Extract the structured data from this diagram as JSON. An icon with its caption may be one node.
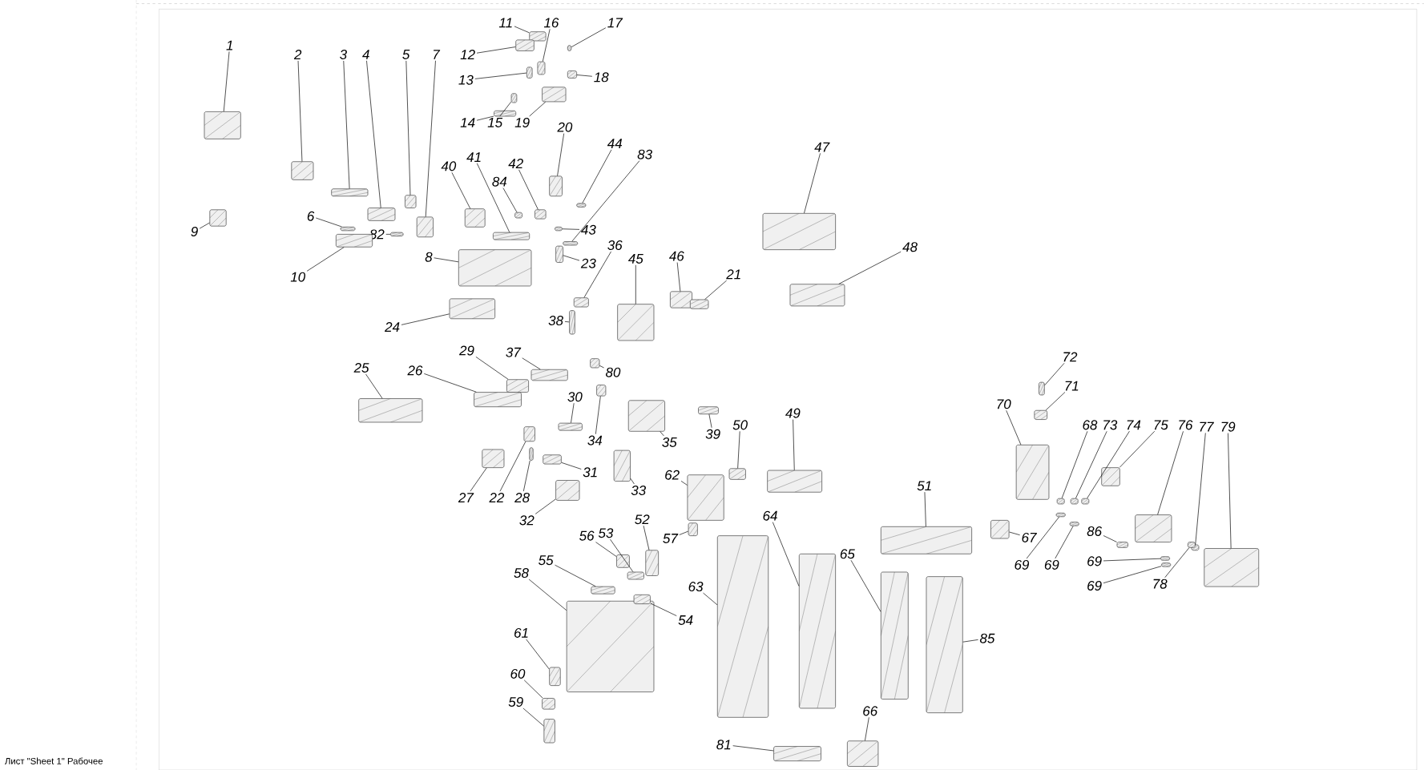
{
  "diagram": {
    "nodes": [
      {
        "text": [
          "1"
        ]
      },
      {
        "text": [
          "2"
        ]
      },
      {
        "text": [
          "3"
        ]
      },
      {
        "text": [
          "4"
        ]
      },
      {
        "text": [
          "5"
        ]
      },
      {
        "text": [
          "7"
        ]
      },
      {
        "text": [
          "11"
        ]
      },
      {
        "text": [
          "12"
        ]
      },
      {
        "text": [
          "16"
        ]
      },
      {
        "text": [
          "17"
        ]
      },
      {
        "text": [
          "13"
        ]
      },
      {
        "text": [
          "18"
        ]
      },
      {
        "text": [
          "14"
        ]
      },
      {
        "text": [
          "15"
        ]
      },
      {
        "text": [
          "19"
        ]
      },
      {
        "text": [
          "20"
        ]
      },
      {
        "text": [
          "44"
        ]
      },
      {
        "text": [
          "83"
        ]
      },
      {
        "text": [
          "47"
        ]
      },
      {
        "text": [
          "40"
        ]
      },
      {
        "text": [
          "41"
        ]
      },
      {
        "text": [
          "42"
        ]
      },
      {
        "text": [
          "84"
        ]
      },
      {
        "text": [
          "6"
        ]
      },
      {
        "text": [
          "9"
        ]
      },
      {
        "text": [
          "82"
        ]
      },
      {
        "text": [
          "43"
        ]
      },
      {
        "text": [
          "8"
        ]
      },
      {
        "text": [
          "23"
        ]
      },
      {
        "text": [
          "36"
        ]
      },
      {
        "text": [
          "45"
        ]
      },
      {
        "text": [
          "46"
        ]
      },
      {
        "text": [
          "21"
        ]
      },
      {
        "text": [
          "48"
        ]
      },
      {
        "text": [
          "10"
        ]
      },
      {
        "text": [
          "38"
        ]
      },
      {
        "text": [
          "24"
        ]
      },
      {
        "text": [
          "29"
        ]
      },
      {
        "text": [
          "37"
        ]
      },
      {
        "text": [
          "72"
        ]
      },
      {
        "text": [
          "25"
        ]
      },
      {
        "text": [
          "26"
        ]
      },
      {
        "text": [
          "80"
        ]
      },
      {
        "text": [
          "71"
        ]
      },
      {
        "text": [
          "30"
        ]
      },
      {
        "text": [
          "70"
        ]
      },
      {
        "text": [
          "49"
        ]
      },
      {
        "text": [
          "68"
        ]
      },
      {
        "text": [
          "73"
        ]
      },
      {
        "text": [
          "74"
        ]
      },
      {
        "text": [
          "75"
        ]
      },
      {
        "text": [
          "76"
        ]
      },
      {
        "text": [
          "77"
        ]
      },
      {
        "text": [
          "79"
        ]
      },
      {
        "text": [
          "50"
        ]
      },
      {
        "text": [
          "39"
        ]
      },
      {
        "text": [
          "34"
        ]
      },
      {
        "text": [
          "35"
        ]
      },
      {
        "text": [
          "31"
        ]
      },
      {
        "text": [
          "62"
        ]
      },
      {
        "text": [
          "33"
        ]
      },
      {
        "text": [
          "51"
        ]
      },
      {
        "text": [
          "27"
        ]
      },
      {
        "text": [
          "22"
        ]
      },
      {
        "text": [
          "28"
        ]
      },
      {
        "text": [
          "32"
        ]
      },
      {
        "text": [
          "64"
        ]
      },
      {
        "text": [
          "52"
        ]
      },
      {
        "text": [
          "53"
        ]
      },
      {
        "text": [
          "56"
        ]
      },
      {
        "text": [
          "57"
        ]
      },
      {
        "text": [
          "86"
        ]
      },
      {
        "text": [
          "67"
        ]
      },
      {
        "text": [
          "55"
        ]
      },
      {
        "text": [
          "65"
        ]
      },
      {
        "text": [
          "69"
        ]
      },
      {
        "text": [
          "69"
        ]
      },
      {
        "text": [
          "69"
        ]
      },
      {
        "text": [
          "58"
        ]
      },
      {
        "text": [
          "69"
        ]
      },
      {
        "text": [
          "78"
        ]
      },
      {
        "text": [
          "63"
        ]
      },
      {
        "text": [
          "54"
        ]
      },
      {
        "text": [
          "61"
        ]
      },
      {
        "text": [
          "85"
        ]
      },
      {
        "text": [
          "60"
        ]
      },
      {
        "text": [
          "59"
        ]
      },
      {
        "text": [
          "66"
        ]
      },
      {
        "text": [
          "81"
        ]
      },
      {
        "text": [],
        "shape": "box"
      },
      {
        "text": [],
        "shape": "box"
      },
      {
        "text": [],
        "shape": "box"
      },
      {
        "text": [],
        "shape": "box"
      },
      {
        "text": [],
        "shape": "box"
      },
      {
        "text": [],
        "shape": "box"
      },
      {
        "text": [],
        "shape": "box"
      },
      {
        "text": [],
        "shape": "box"
      },
      {
        "text": [],
        "shape": "box"
      },
      {
        "text": [],
        "shape": "box"
      },
      {
        "text": [],
        "shape": "box"
      },
      {
        "text": [],
        "shape": "box"
      },
      {
        "text": [],
        "shape": "box"
      },
      {
        "text": [],
        "shape": "box"
      },
      {
        "text": [],
        "shape": "box"
      },
      {
        "text": [],
        "shape": "box"
      },
      {
        "text": [],
        "shape": "box"
      },
      {
        "text": [],
        "shape": "box"
      },
      {
        "text": [],
        "shape": "box"
      },
      {
        "text": [],
        "shape": "box"
      },
      {
        "text": [],
        "shape": "box"
      },
      {
        "text": [],
        "shape": "box"
      },
      {
        "text": [],
        "shape": "box"
      },
      {
        "text": [],
        "shape": "box"
      },
      {
        "text": [],
        "shape": "box"
      },
      {
        "text": [],
        "shape": "box"
      },
      {
        "text": [],
        "shape": "box"
      },
      {
        "text": [],
        "shape": "box"
      },
      {
        "text": [],
        "shape": "box"
      },
      {
        "text": [],
        "shape": "box"
      },
      {
        "text": [],
        "shape": "box"
      },
      {
        "text": [],
        "shape": "box"
      },
      {
        "text": [],
        "shape": "box"
      },
      {
        "text": [],
        "shape": "box"
      },
      {
        "text": [],
        "shape": "box"
      },
      {
        "text": [],
        "shape": "box"
      },
      {
        "text": [],
        "shape": "box"
      },
      {
        "text": [],
        "shape": "box"
      },
      {
        "text": [],
        "shape": "box"
      },
      {
        "text": [],
        "shape": "box"
      },
      {
        "text": [],
        "shape": "box"
      },
      {
        "text": [],
        "shape": "box"
      },
      {
        "text": [],
        "shape": "box"
      },
      {
        "text": [],
        "shape": "box"
      },
      {
        "text": [],
        "shape": "box"
      },
      {
        "text": [],
        "shape": "box"
      },
      {
        "text": [],
        "shape": "box"
      },
      {
        "text": [],
        "shape": "box"
      },
      {
        "text": [],
        "shape": "box"
      },
      {
        "text": [],
        "shape": "box"
      },
      {
        "text": [],
        "shape": "box"
      },
      {
        "text": [],
        "shape": "box"
      },
      {
        "text": [],
        "shape": "box"
      },
      {
        "text": [],
        "shape": "box"
      },
      {
        "text": [],
        "shape": "box"
      },
      {
        "text": [],
        "shape": "box"
      },
      {
        "text": [],
        "shape": "box"
      },
      {
        "text": [],
        "shape": "box"
      },
      {
        "text": [],
        "shape": "box"
      },
      {
        "text": [],
        "shape": "box"
      },
      {
        "text": [],
        "shape": "box"
      },
      {
        "text": [],
        "shape": "box"
      },
      {
        "text": [],
        "shape": "box"
      },
      {
        "text": [],
        "shape": "box"
      },
      {
        "text": [],
        "shape": "box"
      },
      {
        "text": [],
        "shape": "box"
      },
      {
        "text": [],
        "shape": "box"
      },
      {
        "text": [],
        "shape": "box"
      },
      {
        "text": [],
        "shape": "box"
      },
      {
        "text": [],
        "shape": "box"
      },
      {
        "text": [],
        "shape": "box"
      },
      {
        "text": [],
        "shape": "box"
      },
      {
        "text": [],
        "shape": "box"
      },
      {
        "text": [],
        "shape": "box"
      },
      {
        "text": [],
        "shape": "box"
      },
      {
        "text": [],
        "shape": "box"
      },
      {
        "text": [],
        "shape": "box"
      },
      {
        "text": [],
        "shape": "box"
      },
      {
        "text": [],
        "shape": "box"
      },
      {
        "text": [],
        "shape": "box"
      },
      {
        "text": [],
        "shape": "box"
      },
      {
        "text": [],
        "shape": "box"
      },
      {
        "text": [],
        "shape": "box"
      },
      {
        "text": [],
        "shape": "box"
      },
      {
        "text": [],
        "shape": "box"
      },
      {
        "text": [],
        "shape": "box"
      },
      {
        "text": [],
        "shape": "box"
      },
      {
        "text": [],
        "shape": "box"
      },
      {
        "text": [],
        "shape": "box"
      }
    ],
    "edges": [
      {
        "from": 0,
        "to": 89,
        "arrow": "none"
      },
      {
        "from": 1,
        "to": 90,
        "arrow": "none"
      },
      {
        "from": 2,
        "to": 91,
        "arrow": "none"
      },
      {
        "from": 3,
        "to": 92,
        "arrow": "none"
      },
      {
        "from": 4,
        "to": 93,
        "arrow": "none"
      },
      {
        "from": 5,
        "to": 94,
        "arrow": "none"
      },
      {
        "from": 6,
        "to": 95,
        "arrow": "none"
      },
      {
        "from": 7,
        "to": 96,
        "arrow": "none"
      },
      {
        "from": 8,
        "to": 97,
        "arrow": "none"
      },
      {
        "from": 9,
        "to": 98,
        "arrow": "none"
      },
      {
        "from": 10,
        "to": 99,
        "arrow": "none"
      },
      {
        "from": 11,
        "to": 100,
        "arrow": "none"
      },
      {
        "from": 12,
        "to": 101,
        "arrow": "none"
      },
      {
        "from": 13,
        "to": 102,
        "arrow": "none"
      },
      {
        "from": 14,
        "to": 103,
        "arrow": "none"
      },
      {
        "from": 15,
        "to": 104,
        "arrow": "none"
      },
      {
        "from": 16,
        "to": 105,
        "arrow": "none"
      },
      {
        "from": 17,
        "to": 106,
        "arrow": "none"
      },
      {
        "from": 18,
        "to": 107,
        "arrow": "none"
      },
      {
        "from": 19,
        "to": 108,
        "arrow": "none"
      },
      {
        "from": 20,
        "to": 109,
        "arrow": "none"
      },
      {
        "from": 21,
        "to": 110,
        "arrow": "none"
      },
      {
        "from": 22,
        "to": 111,
        "arrow": "none"
      },
      {
        "from": 23,
        "to": 112,
        "arrow": "none"
      },
      {
        "from": 24,
        "to": 113,
        "arrow": "none"
      },
      {
        "from": 25,
        "to": 114,
        "arrow": "none"
      },
      {
        "from": 26,
        "to": 115,
        "arrow": "none"
      },
      {
        "from": 27,
        "to": 116,
        "arrow": "none"
      },
      {
        "from": 28,
        "to": 117,
        "arrow": "none"
      },
      {
        "from": 29,
        "to": 118,
        "arrow": "none"
      },
      {
        "from": 30,
        "to": 119,
        "arrow": "none"
      },
      {
        "from": 31,
        "to": 120,
        "arrow": "none"
      },
      {
        "from": 32,
        "to": 121,
        "arrow": "none"
      },
      {
        "from": 33,
        "to": 122,
        "arrow": "none"
      },
      {
        "from": 34,
        "to": 123,
        "arrow": "none"
      },
      {
        "from": 35,
        "to": 124,
        "arrow": "none"
      },
      {
        "from": 36,
        "to": 125,
        "arrow": "none"
      },
      {
        "from": 37,
        "to": 126,
        "arrow": "none"
      },
      {
        "from": 38,
        "to": 127,
        "arrow": "none"
      },
      {
        "from": 39,
        "to": 128,
        "arrow": "none"
      },
      {
        "from": 40,
        "to": 129,
        "arrow": "none"
      },
      {
        "from": 41,
        "to": 130,
        "arrow": "none"
      },
      {
        "from": 42,
        "to": 131,
        "arrow": "none"
      },
      {
        "from": 43,
        "to": 132,
        "arrow": "none"
      },
      {
        "from": 44,
        "to": 133,
        "arrow": "none"
      },
      {
        "from": 45,
        "to": 134,
        "arrow": "none"
      },
      {
        "from": 46,
        "to": 135,
        "arrow": "none"
      },
      {
        "from": 47,
        "to": 136,
        "arrow": "none"
      },
      {
        "from": 48,
        "to": 137,
        "arrow": "none"
      },
      {
        "from": 49,
        "to": 138,
        "arrow": "none"
      },
      {
        "from": 50,
        "to": 139,
        "arrow": "none"
      },
      {
        "from": 51,
        "to": 140,
        "arrow": "none"
      },
      {
        "from": 52,
        "to": 141,
        "arrow": "none"
      },
      {
        "from": 53,
        "to": 142,
        "arrow": "none"
      },
      {
        "from": 54,
        "to": 143,
        "arrow": "none"
      },
      {
        "from": 55,
        "to": 144,
        "arrow": "none"
      },
      {
        "from": 56,
        "to": 145,
        "arrow": "none"
      },
      {
        "from": 57,
        "to": 146,
        "arrow": "none"
      },
      {
        "from": 58,
        "to": 147,
        "arrow": "none"
      },
      {
        "from": 59,
        "to": 148,
        "arrow": "none"
      },
      {
        "from": 60,
        "to": 149,
        "arrow": "none"
      },
      {
        "from": 61,
        "to": 150,
        "arrow": "none"
      },
      {
        "from": 62,
        "to": 151,
        "arrow": "none"
      },
      {
        "from": 63,
        "to": 152,
        "arrow": "none"
      },
      {
        "from": 64,
        "to": 153,
        "arrow": "none"
      },
      {
        "from": 65,
        "to": 154,
        "arrow": "none"
      },
      {
        "from": 66,
        "to": 155,
        "arrow": "none"
      },
      {
        "from": 67,
        "to": 156,
        "arrow": "none"
      },
      {
        "from": 68,
        "to": 157,
        "arrow": "none"
      },
      {
        "from": 69,
        "to": 158,
        "arrow": "none"
      },
      {
        "from": 70,
        "to": 159,
        "arrow": "none"
      },
      {
        "from": 71,
        "to": 160,
        "arrow": "none"
      },
      {
        "from": 72,
        "to": 161,
        "arrow": "none"
      },
      {
        "from": 73,
        "to": 162,
        "arrow": "none"
      },
      {
        "from": 74,
        "to": 163,
        "arrow": "none"
      },
      {
        "from": 75,
        "to": 164,
        "arrow": "none"
      },
      {
        "from": 76,
        "to": 165,
        "arrow": "none"
      },
      {
        "from": 77,
        "to": 166,
        "arrow": "none"
      },
      {
        "from": 78,
        "to": 167,
        "arrow": "none"
      },
      {
        "from": 79,
        "to": 168,
        "arrow": "none"
      },
      {
        "from": 80,
        "to": 169,
        "arrow": "none"
      },
      {
        "from": 81,
        "to": 170,
        "arrow": "none"
      },
      {
        "from": 82,
        "to": 171,
        "arrow": "none"
      },
      {
        "from": 83,
        "to": 172,
        "arrow": "none"
      },
      {
        "from": 84,
        "to": 173,
        "arrow": "none"
      },
      {
        "from": 85,
        "to": 174,
        "arrow": "none"
      },
      {
        "from": 86,
        "to": 175,
        "arrow": "none"
      },
      {
        "from": 87,
        "to": 176,
        "arrow": "none"
      },
      {
        "from": 88,
        "to": 177,
        "arrow": "none"
      }
    ],
    "labels": [
      "Лист \"Sheet 1\" Рабочее"
    ]
  }
}
